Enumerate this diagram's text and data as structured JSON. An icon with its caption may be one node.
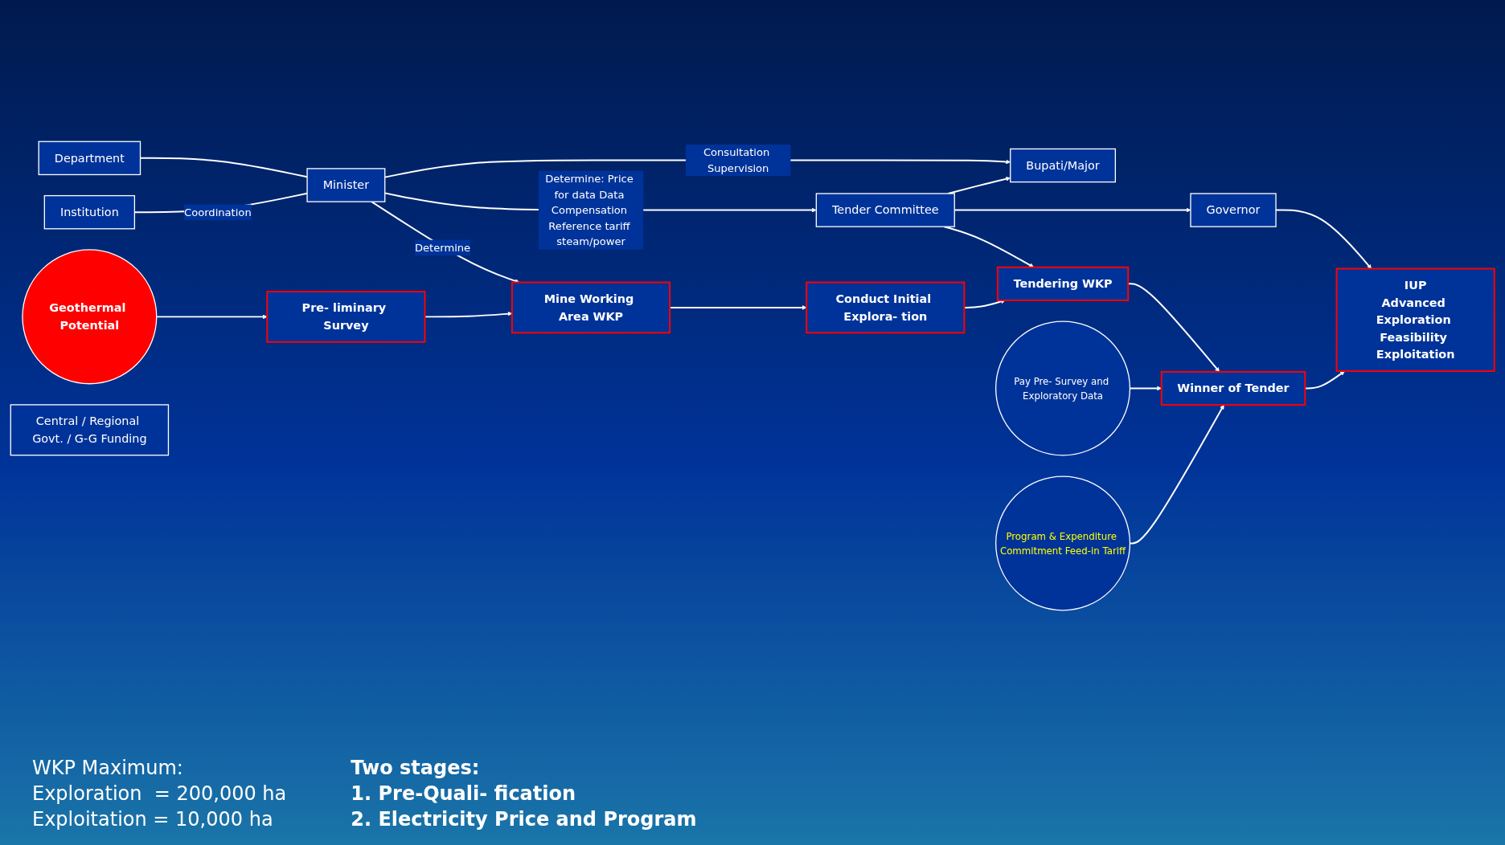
{
  "diagram": {
    "nodes": [
      {
        "text": [
          "Department"
        ]
      },
      {
        "text": [
          "Institution"
        ]
      },
      {
        "text": [
          "Minister"
        ]
      },
      {
        "text": [
          "Tender Committee"
        ]
      },
      {
        "text": [
          "Governor"
        ]
      },
      {
        "text": [
          "Bupati/Major"
        ]
      },
      {
        "text": [
          "Pay Pre- Survey and Exploratory Data"
        ]
      },
      {
        "text": [
          "Geothermal Potential"
        ]
      },
      {
        "text": [
          "Pre- liminary Survey"
        ]
      },
      {
        "text": [
          "Mine Working Area WKP"
        ]
      },
      {
        "text": [
          "Conduct Initial Explora- tion"
        ]
      },
      {
        "text": [
          "Tendering WKP"
        ]
      },
      {
        "text": [
          "Winner of Tender"
        ]
      },
      {
        "text": [
          "IUP",
          "Advanced Exploration Feasibility Exploitation"
        ]
      },
      {
        "text": [
          "Program & Expenditure Commitment Feed-in Tariff"
        ]
      },
      {
        "text": [
          "Central / Regional Govt. / G-G Funding"
        ]
      }
    ],
    "edges": [
      {
        "from": 0,
        "to": 2,
        "arrow": "none"
      },
      {
        "from": 1,
        "to": 2,
        "arrow": "none",
        "label": "Coordination"
      },
      {
        "from": 2,
        "to": 9,
        "arrow": "to",
        "label": "Determine"
      },
      {
        "from": 2,
        "to": 3,
        "arrow": "to",
        "label": "Determine: Price for data Data Compensation Reference tariff steam/power"
      },
      {
        "from": 2,
        "to": 5,
        "arrow": "to",
        "label": "Consultation Supervision"
      },
      {
        "from": 3,
        "to": 4,
        "arrow": "to"
      },
      {
        "from": 3,
        "to": 5,
        "arrow": "to"
      },
      {
        "from": 3,
        "to": 11,
        "arrow": "to"
      },
      {
        "from": 4,
        "to": 13,
        "arrow": "to"
      },
      {
        "from": 7,
        "to": 8,
        "arrow": "to"
      },
      {
        "from": 8,
        "to": 9,
        "arrow": "to"
      },
      {
        "from": 9,
        "to": 10,
        "arrow": "to"
      },
      {
        "from": 10,
        "to": 11,
        "arrow": "to"
      },
      {
        "from": 11,
        "to": 12,
        "arrow": "to"
      },
      {
        "from": 6,
        "to": 12,
        "arrow": "to"
      },
      {
        "from": 14,
        "to": 12,
        "arrow": "to"
      },
      {
        "from": 12,
        "to": 13,
        "arrow": "to"
      }
    ],
    "labels": [
      "WKP Maximum:",
      "Exploration  = 200,000 ha",
      "Exploitation = 10,000 ha",
      "Two stages:",
      "1. Pre-Quali- fication",
      "2. Electricity Price and Program"
    ]
  }
}
